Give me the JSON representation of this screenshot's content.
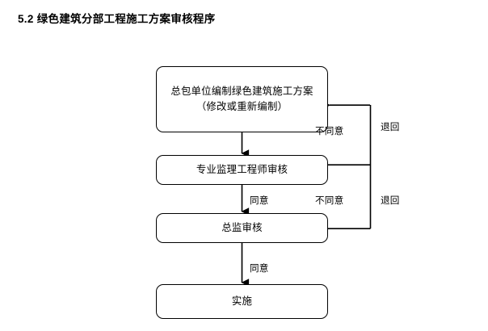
{
  "document": {
    "title": "5.2 绿色建筑分部工程施工方案审核程序"
  },
  "flowchart": {
    "type": "process-flow",
    "orientation": "top-to-bottom",
    "nodes": [
      {
        "id": "draft",
        "shape": "rounded-rectangle",
        "text": "总包单位编制绿色建筑施工方案\n（修改或重新编制）"
      },
      {
        "id": "spec-review",
        "shape": "rounded-rectangle",
        "text": "专业监理工程师审核"
      },
      {
        "id": "chief-review",
        "shape": "rounded-rectangle",
        "text": "总监审核"
      },
      {
        "id": "execute",
        "shape": "rounded-rectangle",
        "text": "实施"
      }
    ],
    "edges": [
      {
        "id": "draft-to-spec",
        "from": "draft",
        "to": "spec-review",
        "label": ""
      },
      {
        "id": "spec-to-chief",
        "from": "spec-review",
        "to": "chief-review",
        "label": "同意"
      },
      {
        "id": "chief-to-execute",
        "from": "chief-review",
        "to": "execute",
        "label": "同意"
      },
      {
        "id": "spec-reject",
        "from": "spec-review",
        "to": "draft",
        "label": "不同意",
        "note": "退回"
      },
      {
        "id": "chief-reject",
        "from": "chief-review",
        "to": "draft",
        "label": "不同意",
        "note": "退回"
      }
    ],
    "labels": {
      "reject_1": "不同意",
      "return_1": "退回",
      "agree_1": "同意",
      "reject_2": "不同意",
      "return_2": "退回",
      "agree_2": "同意"
    },
    "colors": {
      "stroke": "#000000",
      "fill": "#ffffff",
      "text": "#000000"
    }
  }
}
